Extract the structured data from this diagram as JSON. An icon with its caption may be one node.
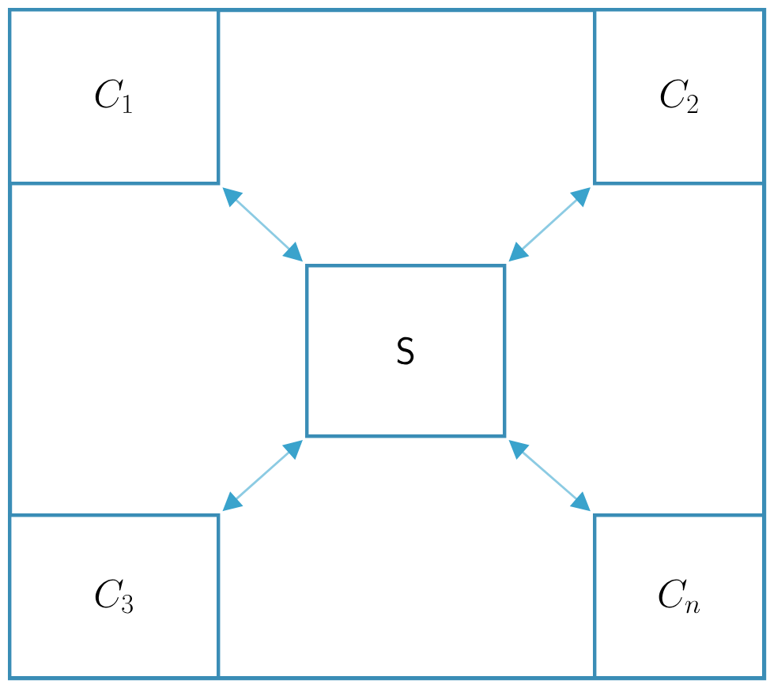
{
  "diagram": {
    "nodes": [
      {
        "text": [],
        "shape": "box"
      },
      {
        "text": [
          "C_{1}"
        ],
        "in": 0
      },
      {
        "text": [
          "C_{2}"
        ],
        "in": 0
      },
      {
        "text": [
          "C_{3}"
        ],
        "in": 0
      },
      {
        "text": [
          "C_{n}"
        ],
        "in": 0
      },
      {
        "text": [
          "\\mathsf{S}"
        ],
        "in": 0
      }
    ],
    "edges": [
      {
        "from": 1,
        "to": 5,
        "arrow": "both"
      },
      {
        "from": 2,
        "to": 5,
        "arrow": "both"
      },
      {
        "from": 3,
        "to": 5,
        "arrow": "both"
      },
      {
        "from": 4,
        "to": 5,
        "arrow": "both"
      }
    ]
  }
}
